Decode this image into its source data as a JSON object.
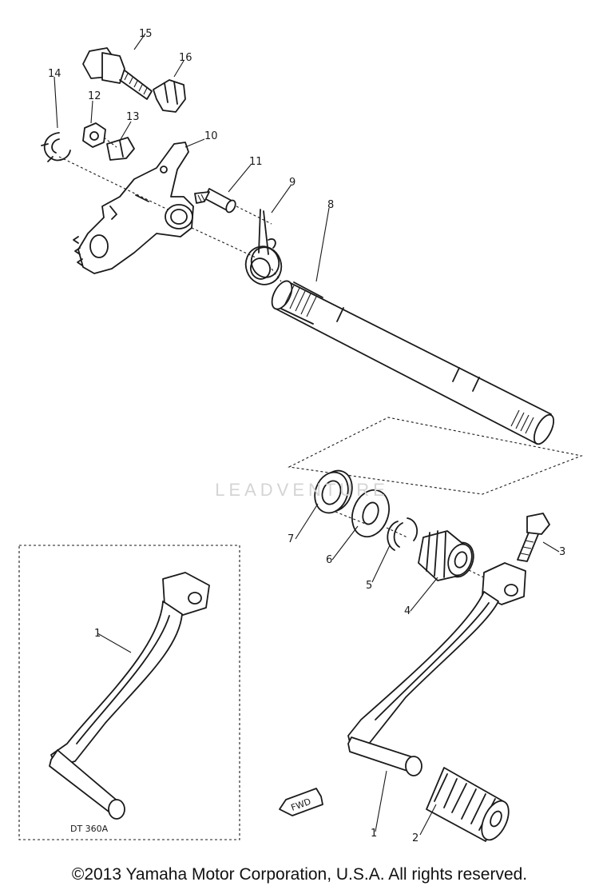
{
  "parts": {
    "p1a": "1",
    "p1b": "1",
    "p2": "2",
    "p3": "3",
    "p4": "4",
    "p5": "5",
    "p6": "6",
    "p7": "7",
    "p8": "8",
    "p9": "9",
    "p10": "10",
    "p11": "11",
    "p12": "12",
    "p13": "13",
    "p14": "14",
    "p15": "15",
    "p16": "16"
  },
  "inset_label": "DT 360A",
  "fwd_label": "FWD",
  "watermark": "LEADVENTURE",
  "copyright": "©2013 Yamaha Motor Corporation, U.S.A. All rights reserved."
}
